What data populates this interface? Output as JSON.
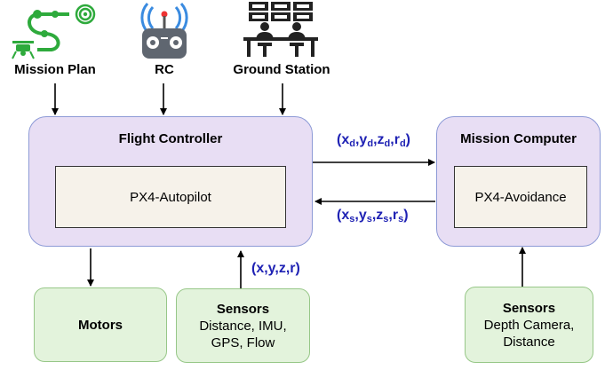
{
  "top_sources": {
    "mission_plan": "Mission Plan",
    "rc": "RC",
    "ground_station": "Ground Station"
  },
  "flight_controller": {
    "title": "Flight Controller",
    "inner": "PX4-Autopilot"
  },
  "mission_computer": {
    "title": "Mission Computer",
    "inner": "PX4-Avoidance"
  },
  "links": {
    "desired": {
      "open": "(",
      "sep": ",",
      "close": ")",
      "vars": [
        "x",
        "y",
        "z",
        "r"
      ],
      "sub": "d"
    },
    "state": {
      "open": "(",
      "sep": ",",
      "close": ")",
      "vars": [
        "x",
        "y",
        "z",
        "r"
      ],
      "sub": "s"
    },
    "sensor_pose": "(x,y,z,r)"
  },
  "bottom": {
    "motors": "Motors",
    "sensors_fc": {
      "title": "Sensors",
      "line1": "Distance, IMU,",
      "line2": "GPS, Flow"
    },
    "sensors_mc": {
      "title": "Sensors",
      "line1": "Depth Camera,",
      "line2": "Distance"
    }
  },
  "colors": {
    "math": "#1f22b4",
    "drone_green": "#2eaa3c",
    "rc_blue": "#3a8be0",
    "icon_dark": "#222222"
  },
  "icons": [
    "drone-path-icon",
    "remote-control-icon",
    "ground-station-icon"
  ]
}
